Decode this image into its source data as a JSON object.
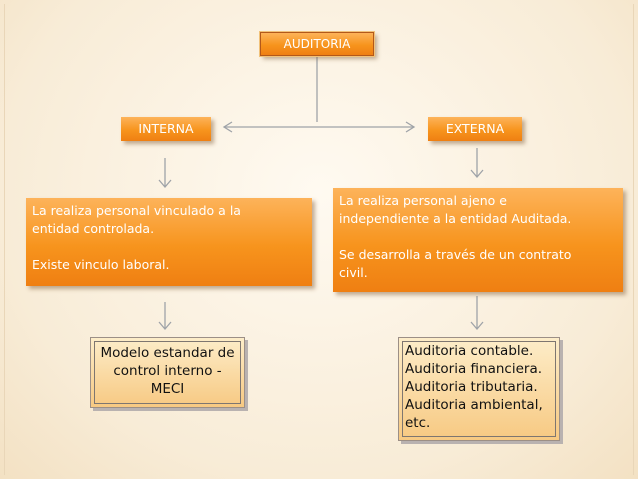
{
  "diagram": {
    "root": {
      "label": "AUDITORIA"
    },
    "branches": [
      {
        "label": "INTERNA",
        "description": [
          "La realiza personal vinculado a la",
          "entidad controlada.",
          "",
          "Existe vinculo laboral."
        ],
        "result": [
          "Modelo estandar de",
          "control interno -",
          "MECI"
        ]
      },
      {
        "label": "EXTERNA",
        "description": [
          "La realiza personal ajeno e",
          "independiente a la entidad Auditada.",
          "",
          "Se desarrolla a través de un contrato",
          "civil."
        ],
        "result": [
          "Auditoria contable.",
          "Auditoria financiera.",
          "Auditoria tributaria.",
          "Auditoria ambiental,",
          "etc."
        ]
      }
    ],
    "colors": {
      "box_fill": "#f7941d",
      "card_fill": "#fbdca6",
      "connector": "#9fa3a8"
    }
  }
}
